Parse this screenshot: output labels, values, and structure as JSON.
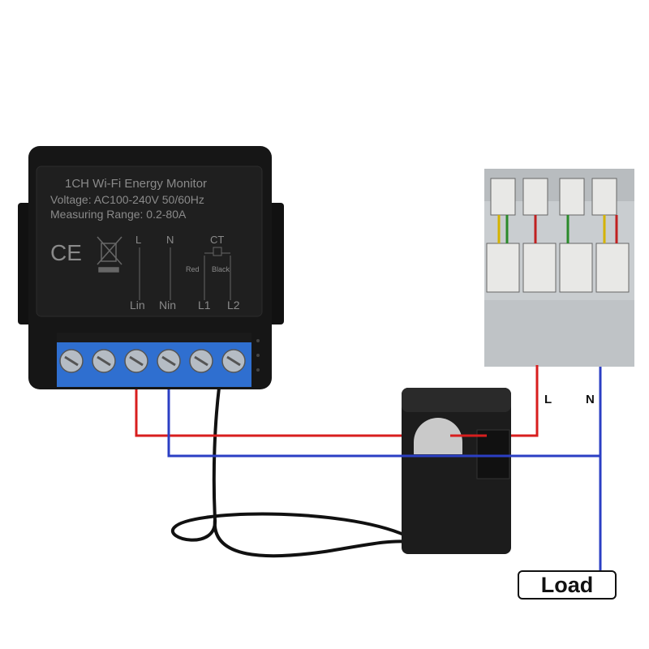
{
  "device": {
    "title": "1CH Wi-Fi Energy Monitor",
    "voltage": "Voltage: AC100-240V 50/60Hz",
    "range": "Measuring Range: 0.2-80A",
    "mark_ce": "CE",
    "term_L": "L",
    "term_N": "N",
    "term_CT": "CT",
    "ct_red": "Red",
    "ct_black": "Black",
    "terminals": [
      "Lin",
      "Nin",
      "L1",
      "L2"
    ]
  },
  "wires": {
    "live_label": "L",
    "neutral_label": "N",
    "load_label": "Load"
  },
  "colors": {
    "live": "#d81e1e",
    "neutral": "#2b3fc4",
    "terminal_block": "#2f6fd0",
    "device": "#1a1a1a"
  }
}
